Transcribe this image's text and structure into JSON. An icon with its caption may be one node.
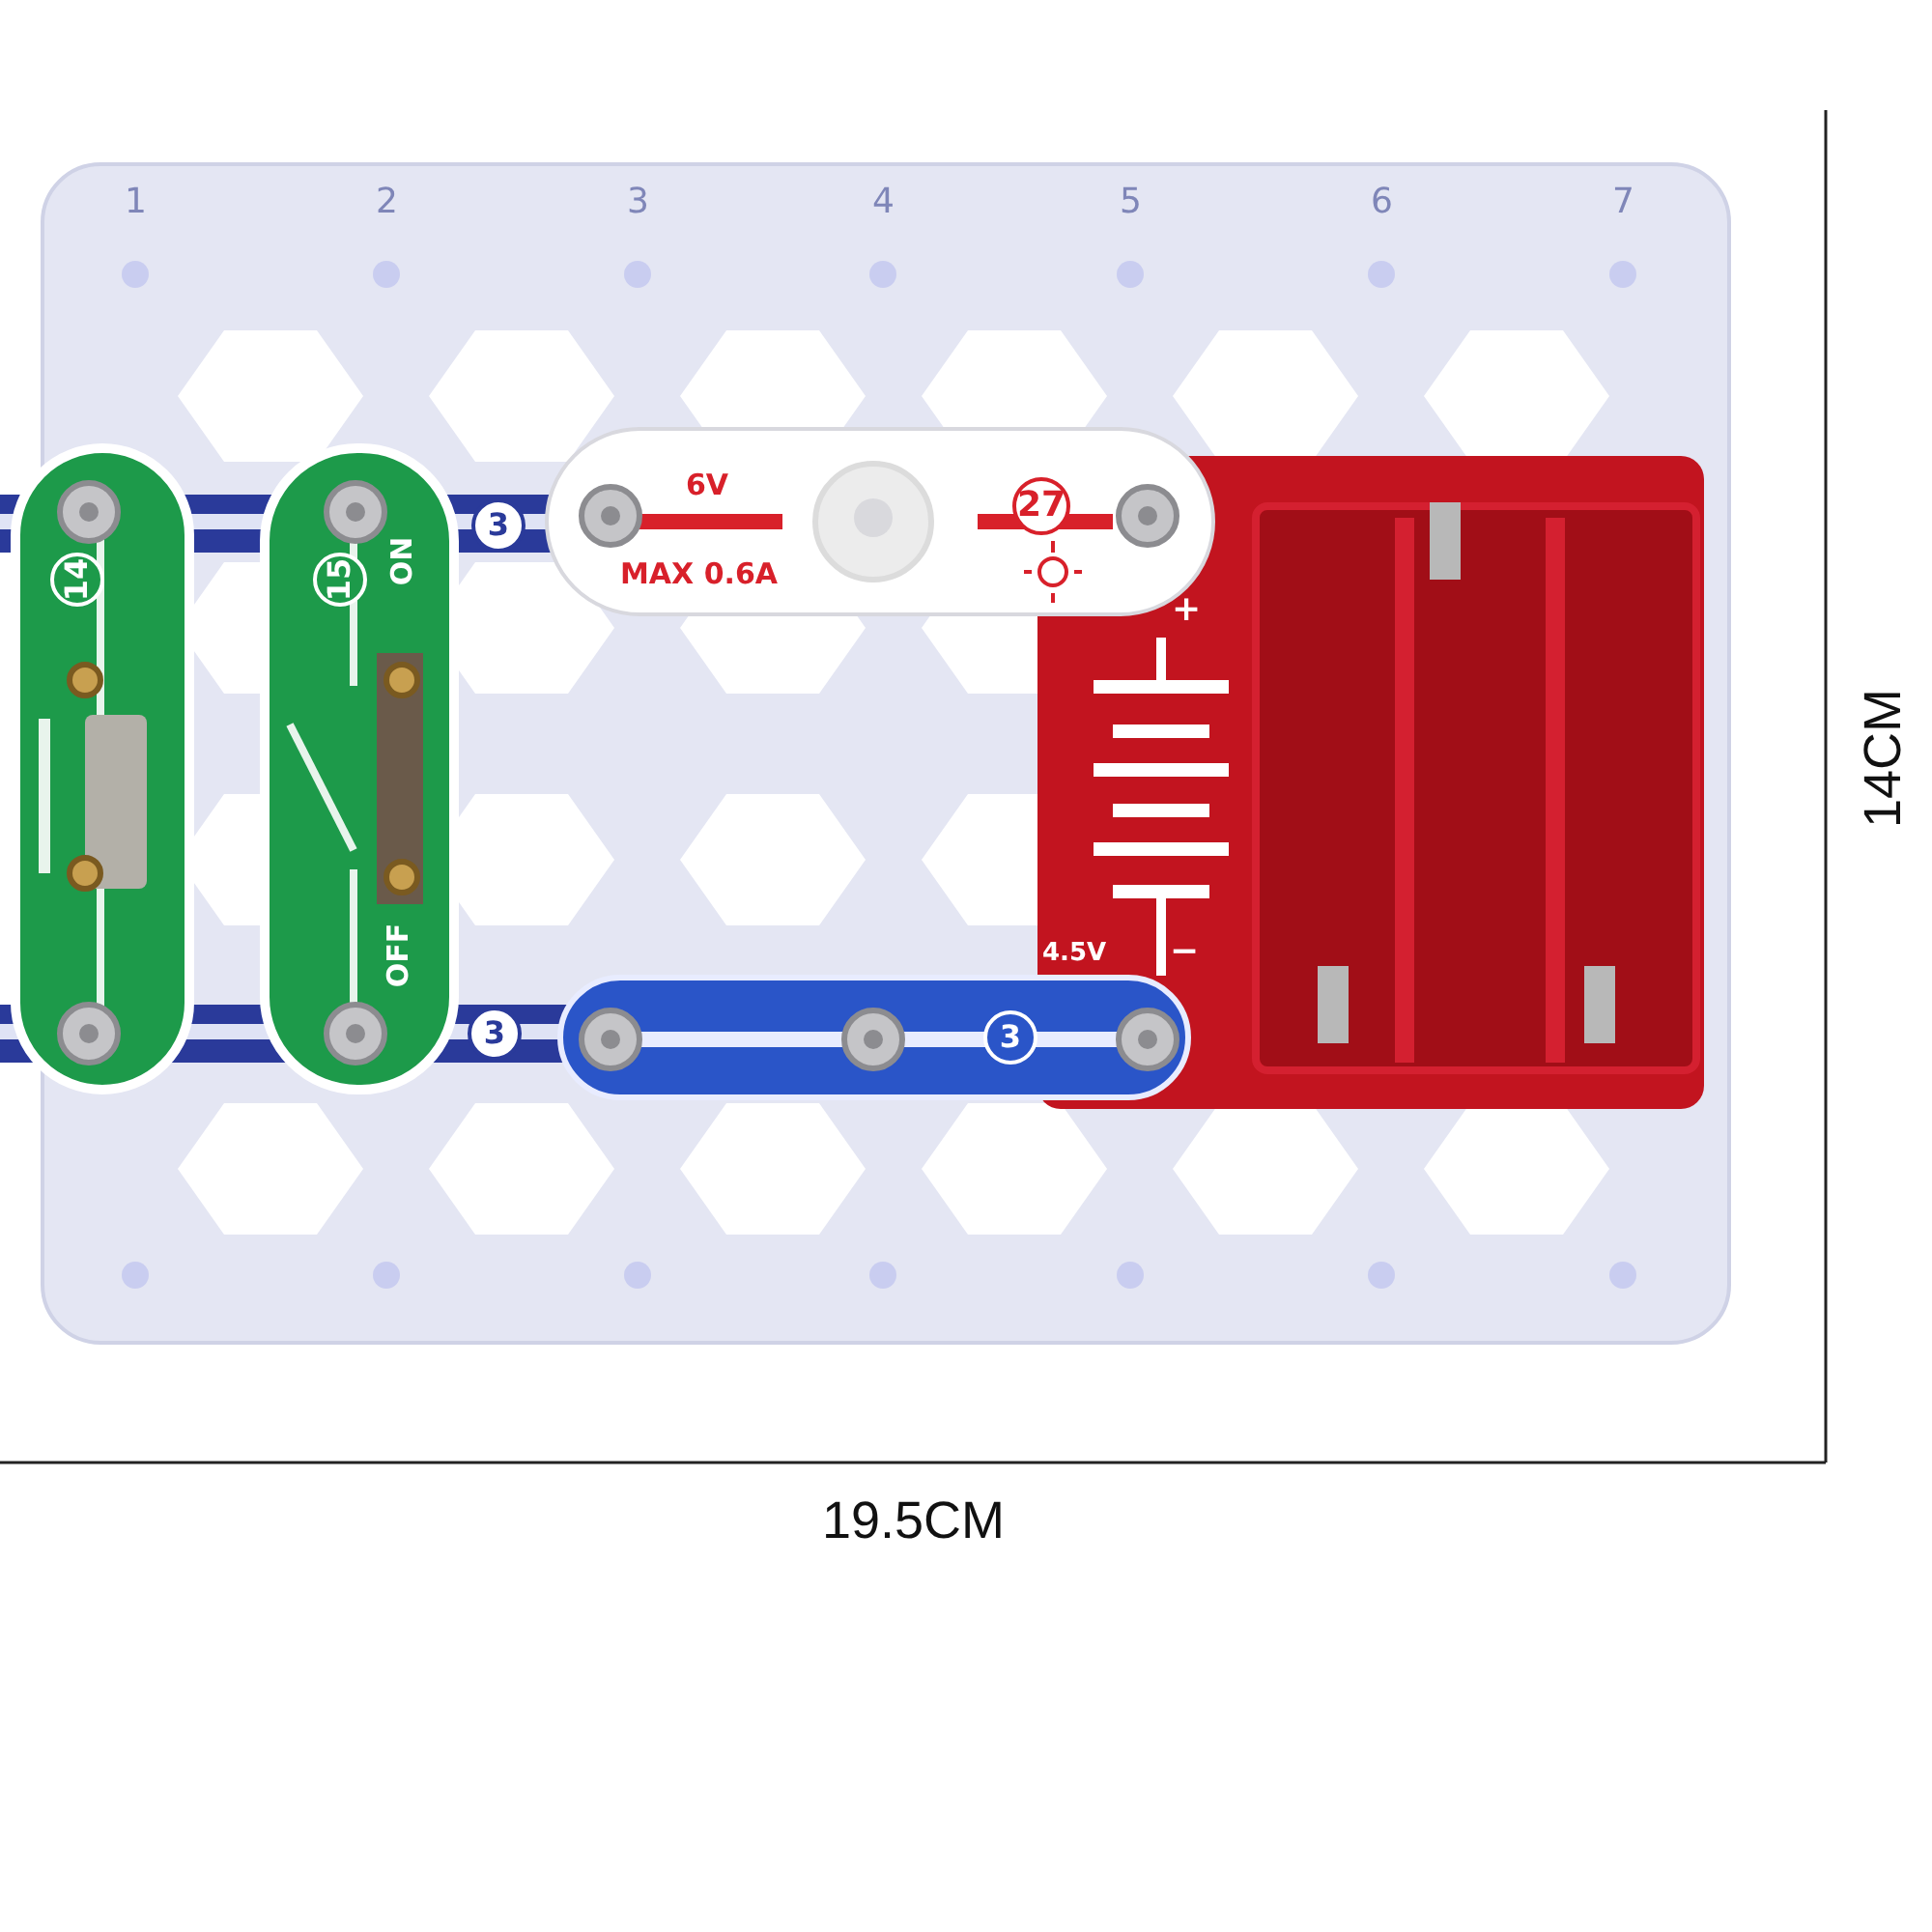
{
  "diagram": {
    "labels": [
      "1",
      "2",
      "3",
      "4",
      "5",
      "6",
      "7",
      "14",
      "15",
      "ON",
      "3",
      "6V",
      "27",
      "MAX 0.6A",
      "+",
      "OFF",
      "3",
      "4.5V",
      "−",
      "3",
      "19.5CM",
      "14CM"
    ]
  }
}
